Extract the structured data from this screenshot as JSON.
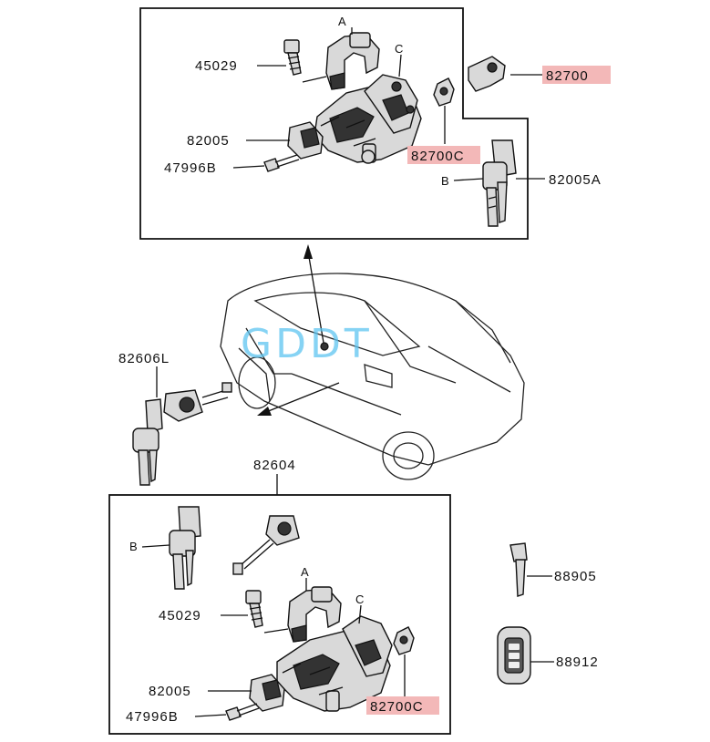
{
  "watermark": "GDDT",
  "top_box": {
    "callouts": {
      "a": "A",
      "c": "C",
      "b": "B",
      "p45029": "45029",
      "p82005": "82005",
      "p47996b": "47996B",
      "p82700c": "82700C",
      "p82700": "82700",
      "p82005a": "82005A"
    }
  },
  "middle": {
    "p82606l": "82606L",
    "p82604": "82604"
  },
  "bottom_box": {
    "callouts": {
      "b": "B",
      "a": "A",
      "c": "C",
      "p45029": "45029",
      "p82005": "82005",
      "p47996b": "47996B",
      "p82700c": "82700C"
    }
  },
  "right_side": {
    "p88905": "88905",
    "p88912": "88912"
  },
  "colors": {
    "highlight": "#f3b8b8",
    "watermark": "#5ec4f0"
  }
}
